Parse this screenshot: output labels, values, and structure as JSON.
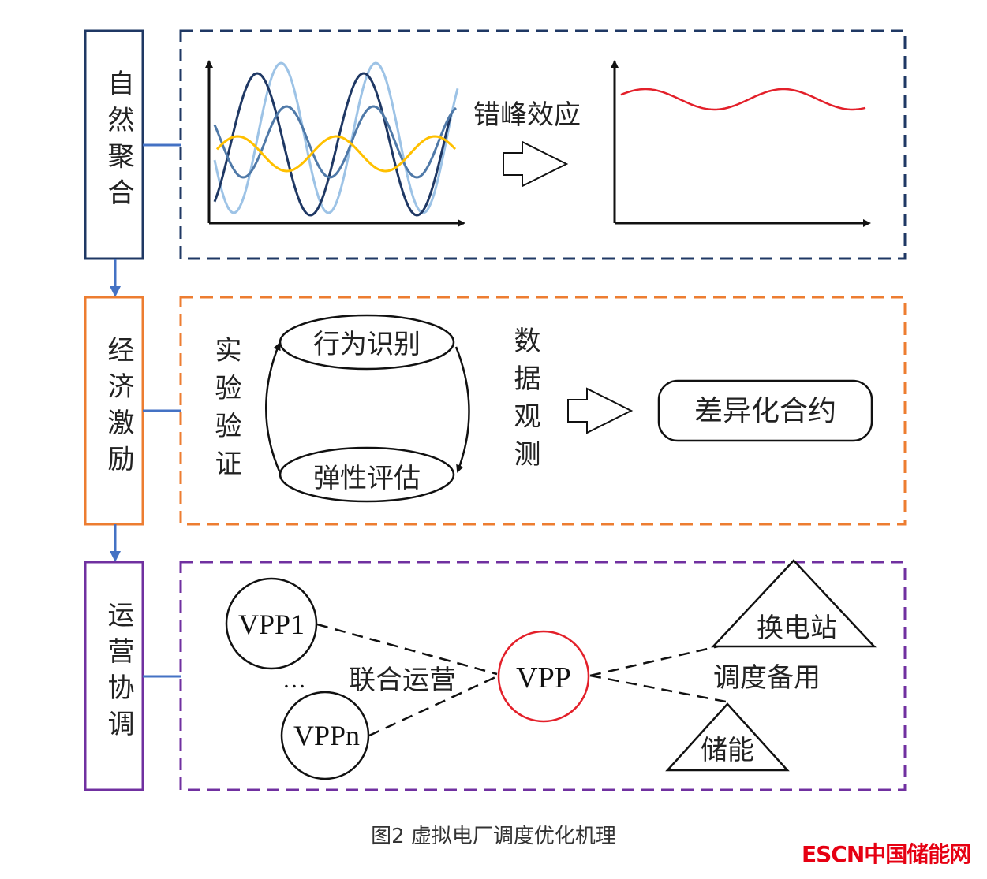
{
  "stage1": {
    "label": "自然聚合",
    "arrow_text": "错峰效应",
    "colors": {
      "border": "#1f3864",
      "dashed": "#1f3864"
    }
  },
  "stage2": {
    "label": "经济激励",
    "left_text": "实验验证",
    "cycle_top": "行为识别",
    "cycle_bottom": "弹性评估",
    "arrow_text": "数据观测",
    "result": "差异化合约",
    "colors": {
      "border": "#ed7d31"
    }
  },
  "stage3": {
    "label": "运营协调",
    "vpp1": "VPP1",
    "ellipsis": "…",
    "vppn": "VPPn",
    "joint_ops": "联合运营",
    "vpp": "VPP",
    "swap_station": "换电站",
    "dispatch_reserve": "调度备用",
    "storage": "储能",
    "colors": {
      "border": "#7030a0",
      "vpp": "#e3202a"
    }
  },
  "caption": "图2 虚拟电厂调度优化机理",
  "watermark": "ESCN中国储能网"
}
